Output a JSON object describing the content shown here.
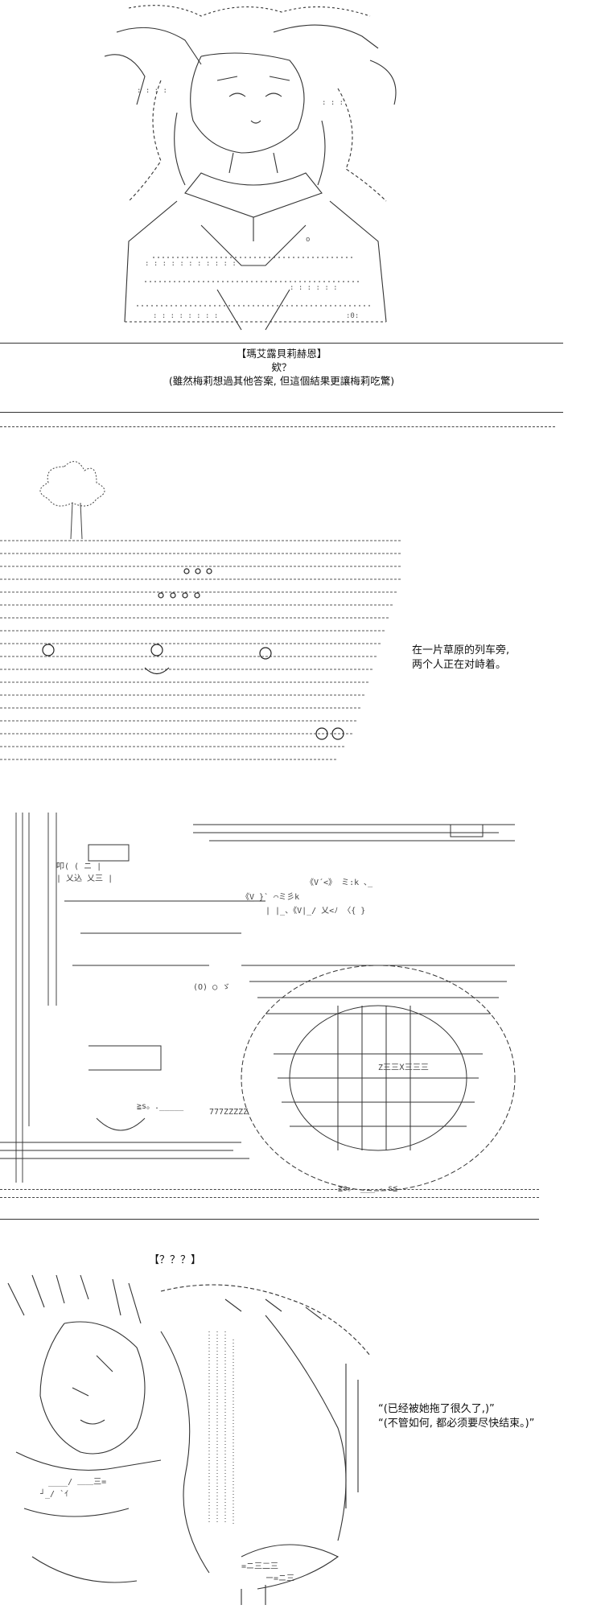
{
  "panel1": {
    "speaker": "【瑪艾露貝莉赫恩】",
    "line1": "欸？",
    "line2": "(雖然梅莉想過其他答案, 但這個結果更讓梅莉吃驚)"
  },
  "panel2": {
    "narration_line1": "在一片草原的列车旁,",
    "narration_line2": "两个人正在对峙着。"
  },
  "panel4": {
    "speaker": "【？？？】",
    "line1": "“(已经被她拖了很久了,)”",
    "line2": "“(不管如何, 都必须要尽快结束。)”"
  },
  "colors": {
    "ink": "#1a1a1a",
    "background": "#ffffff"
  }
}
